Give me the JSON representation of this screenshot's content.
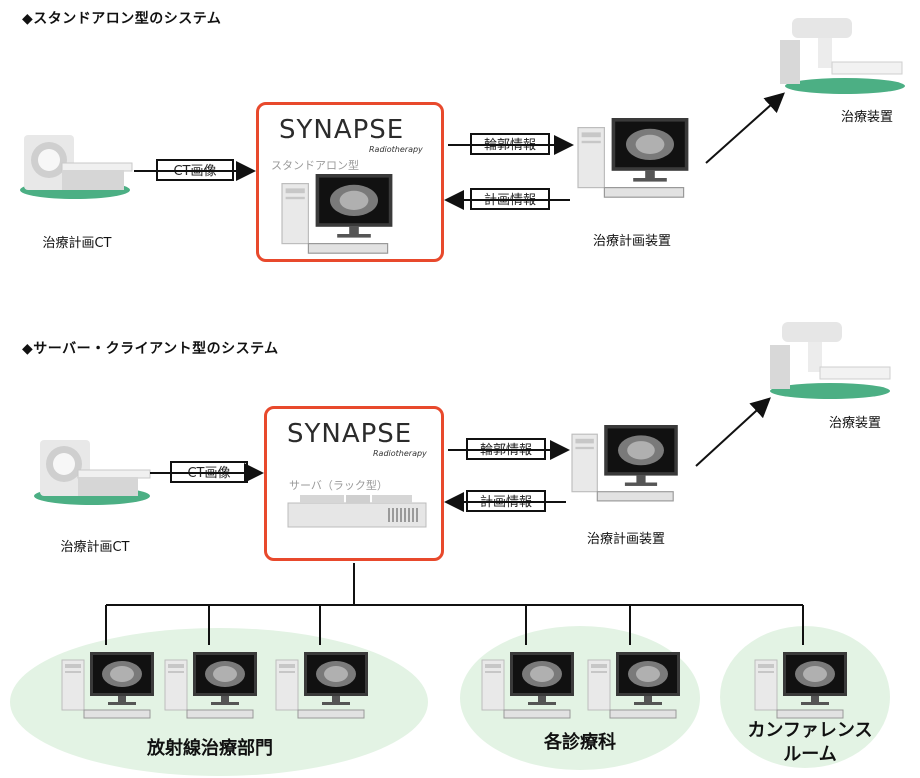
{
  "sections": [
    {
      "title": "◆スタンドアロン型のシステム",
      "ct_label": "治療計画CT",
      "ct_image_label": "CT画像",
      "synapse_logo": "SYNAPSE",
      "synapse_sub": "Radiotherapy",
      "synapse_inner": "スタンドアロン型",
      "contour_label": "輪郭情報",
      "plan_label": "計画情報",
      "planning_device_label": "治療計画装置",
      "treatment_device_label": "治療装置"
    },
    {
      "title": "◆サーバー・クライアント型のシステム",
      "ct_label": "治療計画CT",
      "ct_image_label": "CT画像",
      "synapse_logo": "SYNAPSE",
      "synapse_sub": "Radiotherapy",
      "synapse_inner": "サーバ（ラック型）",
      "contour_label": "輪郭情報",
      "plan_label": "計画情報",
      "planning_device_label": "治療計画装置",
      "treatment_device_label": "治療装置"
    }
  ],
  "departments": [
    {
      "name": "放射線治療部門"
    },
    {
      "name": "各診療科"
    },
    {
      "name_line1": "カンファレンス",
      "name_line2": "ルーム"
    }
  ],
  "colors": {
    "accent": "#e8492c",
    "dept_fill": "#e3f3e4",
    "ct_base": "#4caf84"
  }
}
